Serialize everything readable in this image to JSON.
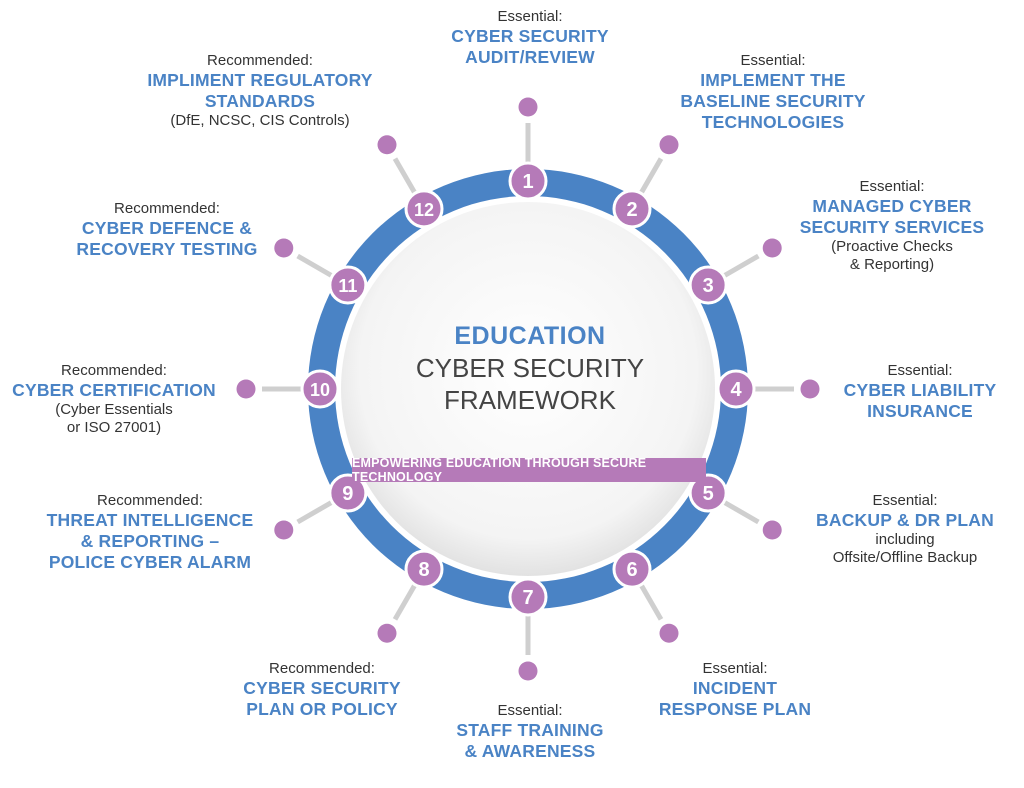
{
  "center": {
    "title": "EDUCATION",
    "subtitle": "CYBER SECURITY\nFRAMEWORK",
    "banner": "EMPOWERING EDUCATION THROUGH SECURE TECHNOLOGY"
  },
  "colors": {
    "ring": "#4a83c5",
    "accent_purple": "#b57ab8",
    "connector": "#cfcfcf",
    "title_blue": "#4a83c5"
  },
  "steps": [
    {
      "number": "1",
      "tier": "Essential:",
      "title": "CYBER SECURITY\nAUDIT/REVIEW",
      "note": ""
    },
    {
      "number": "2",
      "tier": "Essential:",
      "title": "IMPLEMENT THE\nBASELINE SECURITY\nTECHNOLOGIES",
      "note": ""
    },
    {
      "number": "3",
      "tier": "Essential:",
      "title": "MANAGED CYBER\nSECURITY SERVICES",
      "note": "(Proactive Checks\n& Reporting)"
    },
    {
      "number": "4",
      "tier": "Essential:",
      "title": "CYBER LIABILITY\nINSURANCE",
      "note": ""
    },
    {
      "number": "5",
      "tier": "Essential:",
      "title": "BACKUP & DR PLAN",
      "note": "including\nOffsite/Offline Backup"
    },
    {
      "number": "6",
      "tier": "Essential:",
      "title": "INCIDENT\nRESPONSE PLAN",
      "note": ""
    },
    {
      "number": "7",
      "tier": "Essential:",
      "title": "STAFF TRAINING\n& AWARENESS",
      "note": ""
    },
    {
      "number": "8",
      "tier": "Recommended:",
      "title": "CYBER SECURITY\nPLAN OR POLICY",
      "note": ""
    },
    {
      "number": "9",
      "tier": "Recommended:",
      "title": "THREAT INTELLIGENCE\n& REPORTING –\nPOLICE CYBER ALARM",
      "note": ""
    },
    {
      "number": "10",
      "tier": "Recommended:",
      "title": "CYBER CERTIFICATION",
      "note": "(Cyber Essentials\nor ISO 27001)"
    },
    {
      "number": "11",
      "tier": "Recommended:",
      "title": "CYBER DEFENCE &\nRECOVERY TESTING",
      "note": ""
    },
    {
      "number": "12",
      "tier": "Recommended:",
      "title": "IMPLIMENT REGULATORY\nSTANDARDS",
      "note": "(DfE, NCSC, CIS Controls)"
    }
  ]
}
